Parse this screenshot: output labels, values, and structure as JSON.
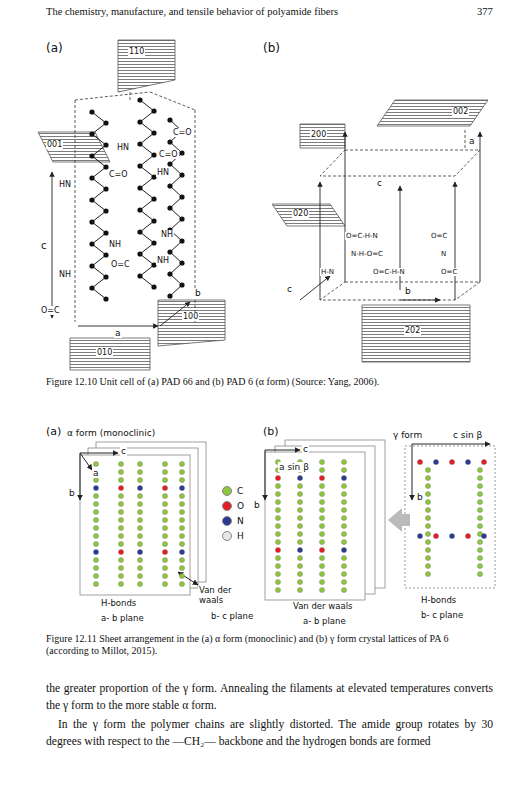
{
  "diagram": {
    "labels": [
      "The chemistry, manufacture, and tensile behavior of polyamide fibers",
      "377",
      "(a)",
      "110",
      "001",
      "C=O",
      "HN",
      "C=O",
      "HN",
      "HN",
      "C=O",
      "c",
      "NH",
      "NH",
      "O=C",
      "NH",
      "NH",
      "O=C",
      "b",
      "a",
      "100",
      "010",
      "(b)",
      "002",
      "200",
      "a",
      "c",
      "020",
      "O=C-H-N",
      "O=C",
      "N-H-O=C",
      "N",
      "H-N",
      "O=C-H-N",
      "O=C",
      "c",
      "b",
      "202",
      "Figure 12.10 Unit cell of (a) PAD 66 and (b) PAD 6 (α form) (Source: Yang, 2006).",
      "(a)",
      "α form (monoclinic)",
      "c",
      "a",
      "b",
      "Van der waals",
      "b- c plane",
      "H-bonds",
      "a- b plane",
      "(b)",
      "γ form",
      "c sin β",
      "c",
      "a sin β",
      "b",
      "b",
      "Van der waals",
      "a- b plane",
      "H-bonds",
      "b- c plane",
      "Figure 12.11 Sheet arrangement in the (a) α form (monoclinic) and (b) γ form crystal lattices of PA 6 (according to Millot, 2015).",
      "the greater proportion of the γ form. Annealing the filaments at elevated temperatures converts the γ form to the more stable α form.",
      "In the γ form the polymer chains are slightly distorted. The amide group rotates by 30 degrees with respect to the —CH₂— backbone and the hydrogen bonds are formed"
    ],
    "legend": [
      {
        "text": "C",
        "color": "#8dc63f"
      },
      {
        "text": "O",
        "color": "#e21f26"
      },
      {
        "text": "N",
        "color": "#2b3a93"
      },
      {
        "text": "H",
        "color": "#e6e6e6"
      }
    ]
  }
}
